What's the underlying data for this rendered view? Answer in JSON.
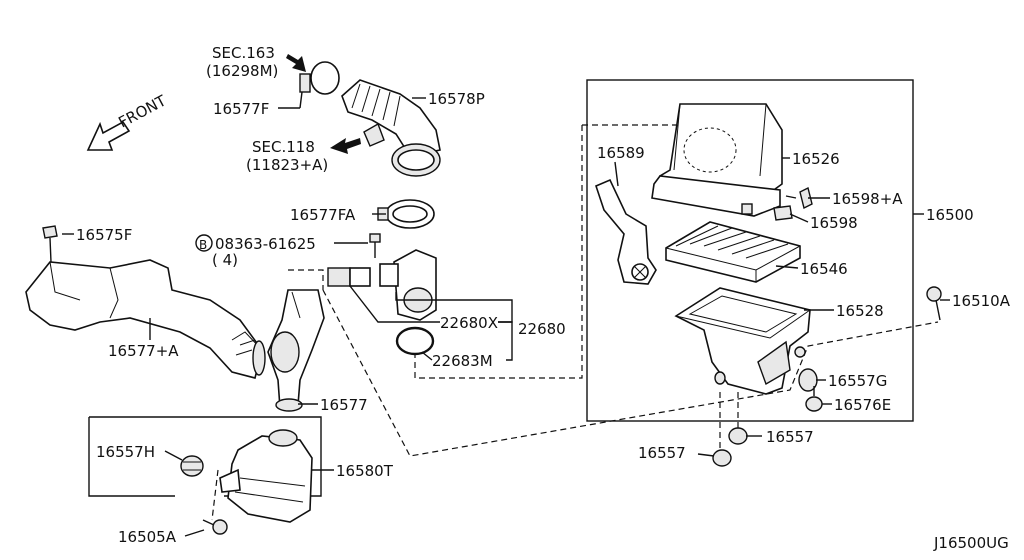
{
  "diagram": {
    "code": "J16500UG",
    "front_label": "FRONT",
    "labels": {
      "sec163": "SEC.163",
      "sec163_sub": "(16298M)",
      "p16577F": "16577F",
      "p16578P": "16578P",
      "sec118": "SEC.118",
      "sec118_sub": "(11823+A)",
      "p16575F": "16575F",
      "p16577FA": "16577FA",
      "bolt_b": "B",
      "p08363": "08363-61625",
      "p08363_qty": "( 4)",
      "p16577A": "16577+A",
      "p22680X": "22680X",
      "p22680": "22680",
      "p22683M": "22683M",
      "p16577": "16577",
      "p16557H": "16557H",
      "p16580T": "16580T",
      "p16505A": "16505A",
      "p16589": "16589",
      "p16526": "16526",
      "p16598A": "16598+A",
      "p16500": "16500",
      "p16598": "16598",
      "p16546": "16546",
      "p16528": "16528",
      "p16510A": "16510A",
      "p16557G": "16557G",
      "p16576E": "16576E",
      "p16557a": "16557",
      "p16557b": "16557"
    }
  }
}
